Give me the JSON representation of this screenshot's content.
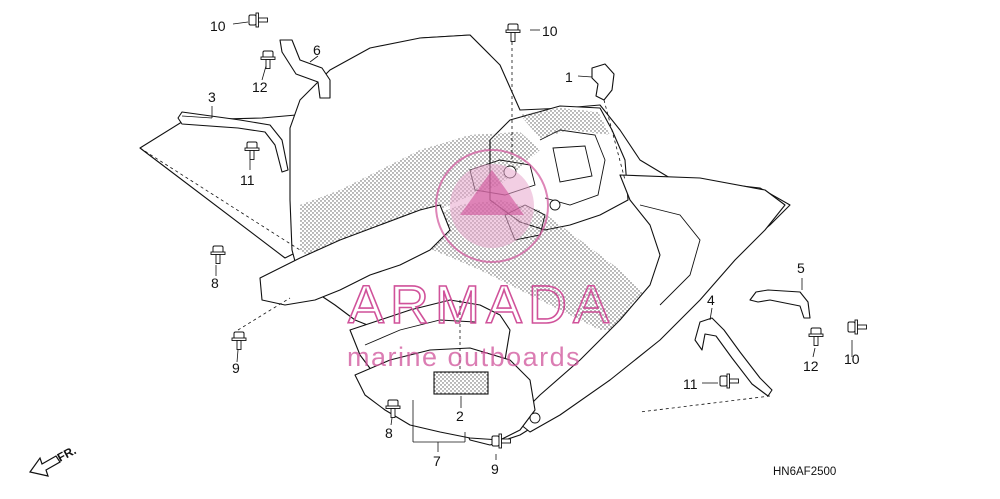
{
  "diagram": {
    "code": "HN6AF2500",
    "direction_label": "FR.",
    "watermark": {
      "brand": "ARMADA",
      "tagline": "marine outboards"
    },
    "callouts": [
      {
        "id": "c10a",
        "text": "10"
      },
      {
        "id": "c6",
        "text": "6"
      },
      {
        "id": "c12a",
        "text": "12"
      },
      {
        "id": "c3",
        "text": "3"
      },
      {
        "id": "c11a",
        "text": "11"
      },
      {
        "id": "c8a",
        "text": "8"
      },
      {
        "id": "c9a",
        "text": "9"
      },
      {
        "id": "c10b",
        "text": "10"
      },
      {
        "id": "c1",
        "text": "1"
      },
      {
        "id": "c5",
        "text": "5"
      },
      {
        "id": "c4",
        "text": "4"
      },
      {
        "id": "c12b",
        "text": "12"
      },
      {
        "id": "c10c",
        "text": "10"
      },
      {
        "id": "c11b",
        "text": "11"
      },
      {
        "id": "c2",
        "text": "2"
      },
      {
        "id": "c8b",
        "text": "8"
      },
      {
        "id": "c7",
        "text": "7"
      },
      {
        "id": "c9b",
        "text": "9"
      }
    ],
    "icons": [
      "bolt-icon",
      "clip-icon",
      "stay-bracket-icon",
      "reflector-icon",
      "direction-arrow-icon"
    ]
  }
}
